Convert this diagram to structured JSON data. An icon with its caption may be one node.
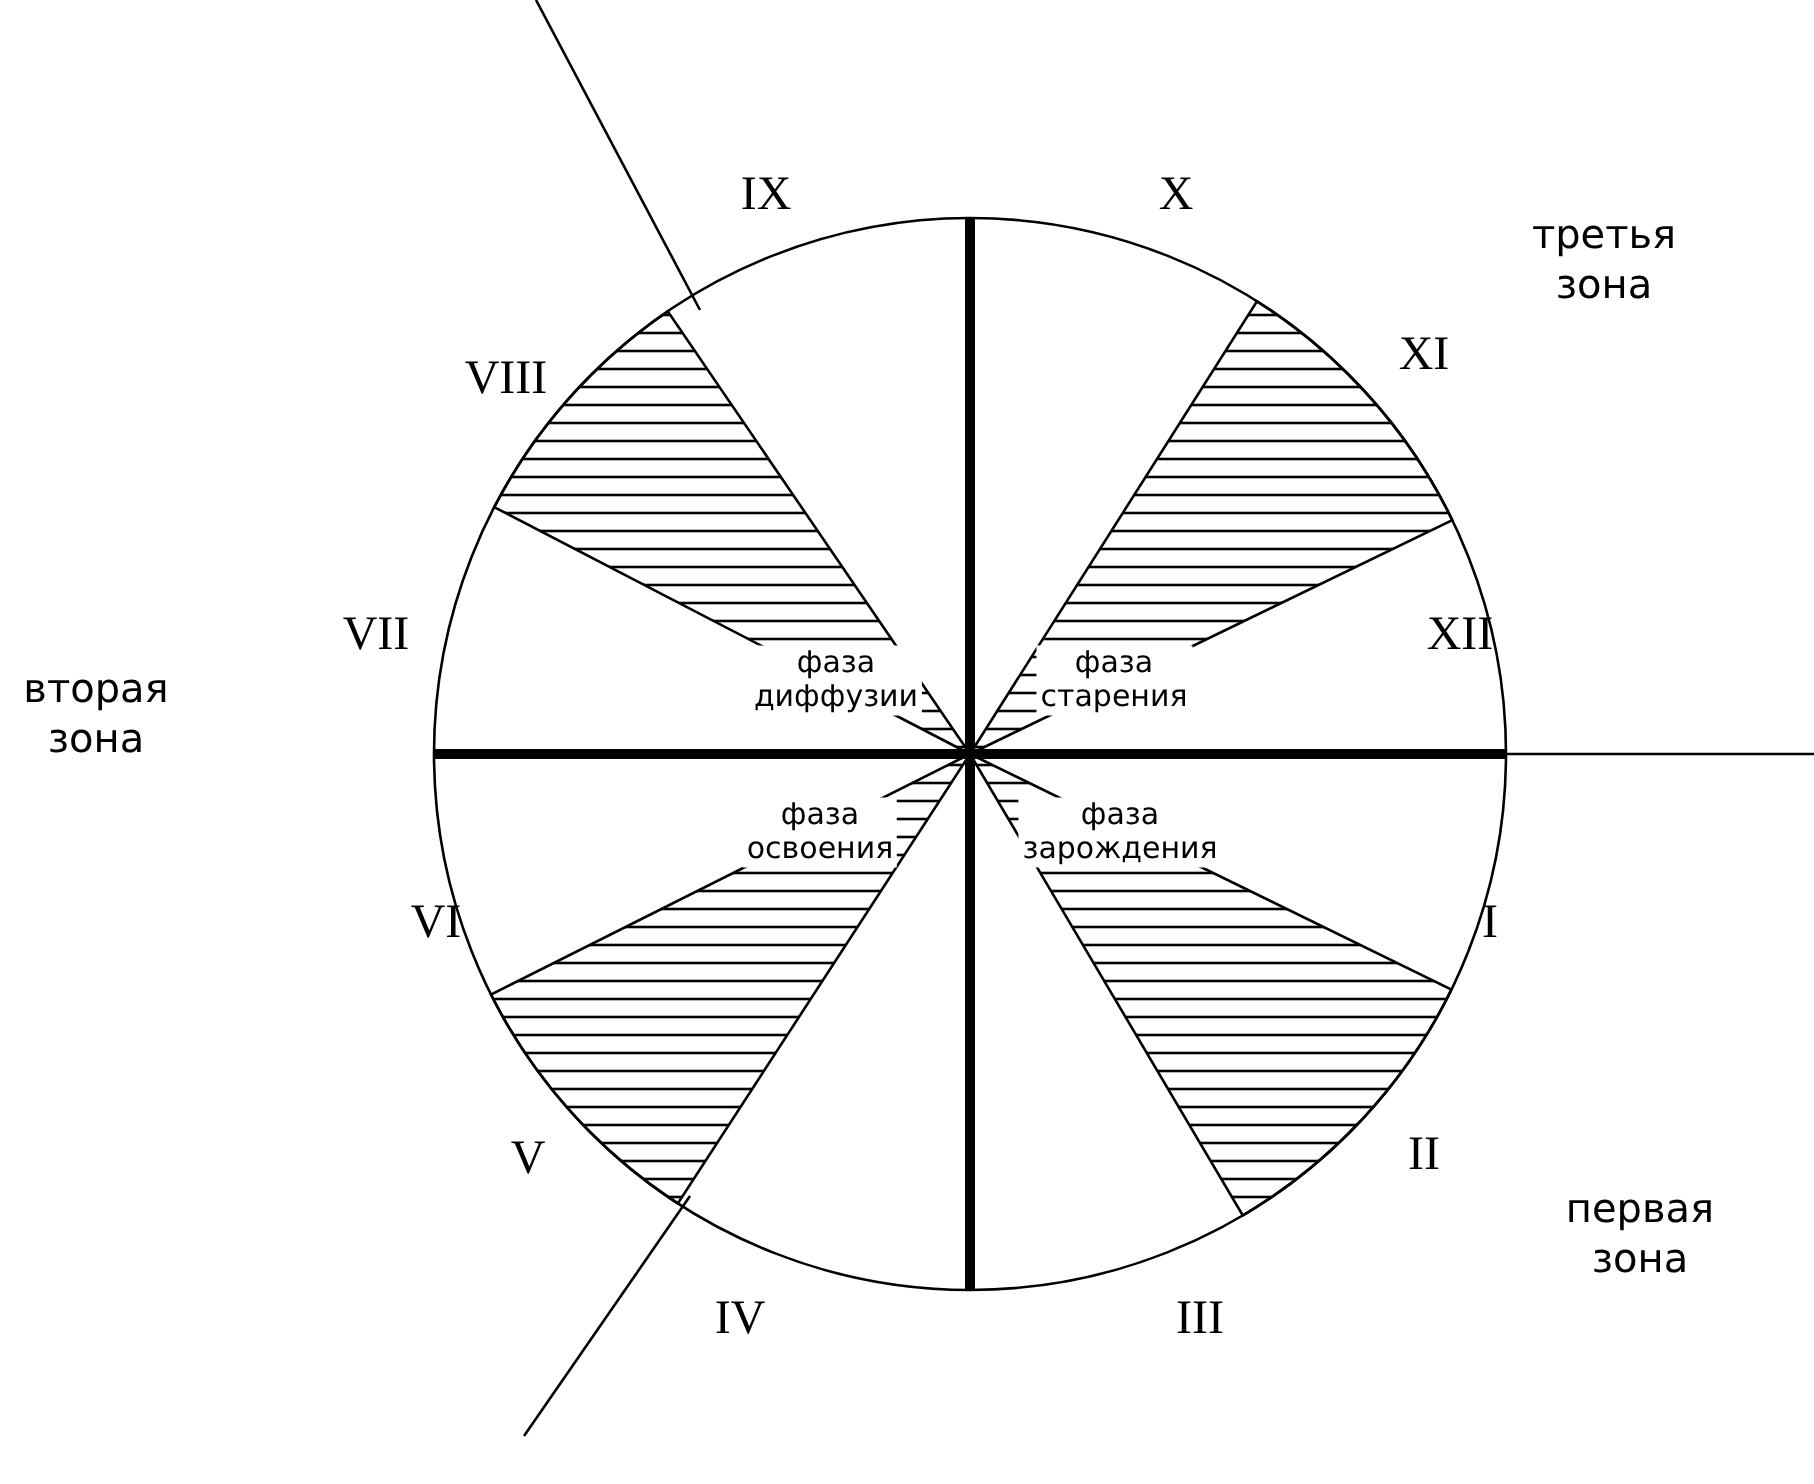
{
  "diagram": {
    "labels": [
      "IX",
      "X",
      "третья зона",
      "VIII",
      "XI",
      "VII",
      "XII",
      "вторая зона",
      "фаза диффузии",
      "фаза старения",
      "фаза освоения",
      "фаза зарождения",
      "VI",
      "I",
      "V",
      "II",
      "первая зона",
      "IV",
      "III"
    ]
  }
}
